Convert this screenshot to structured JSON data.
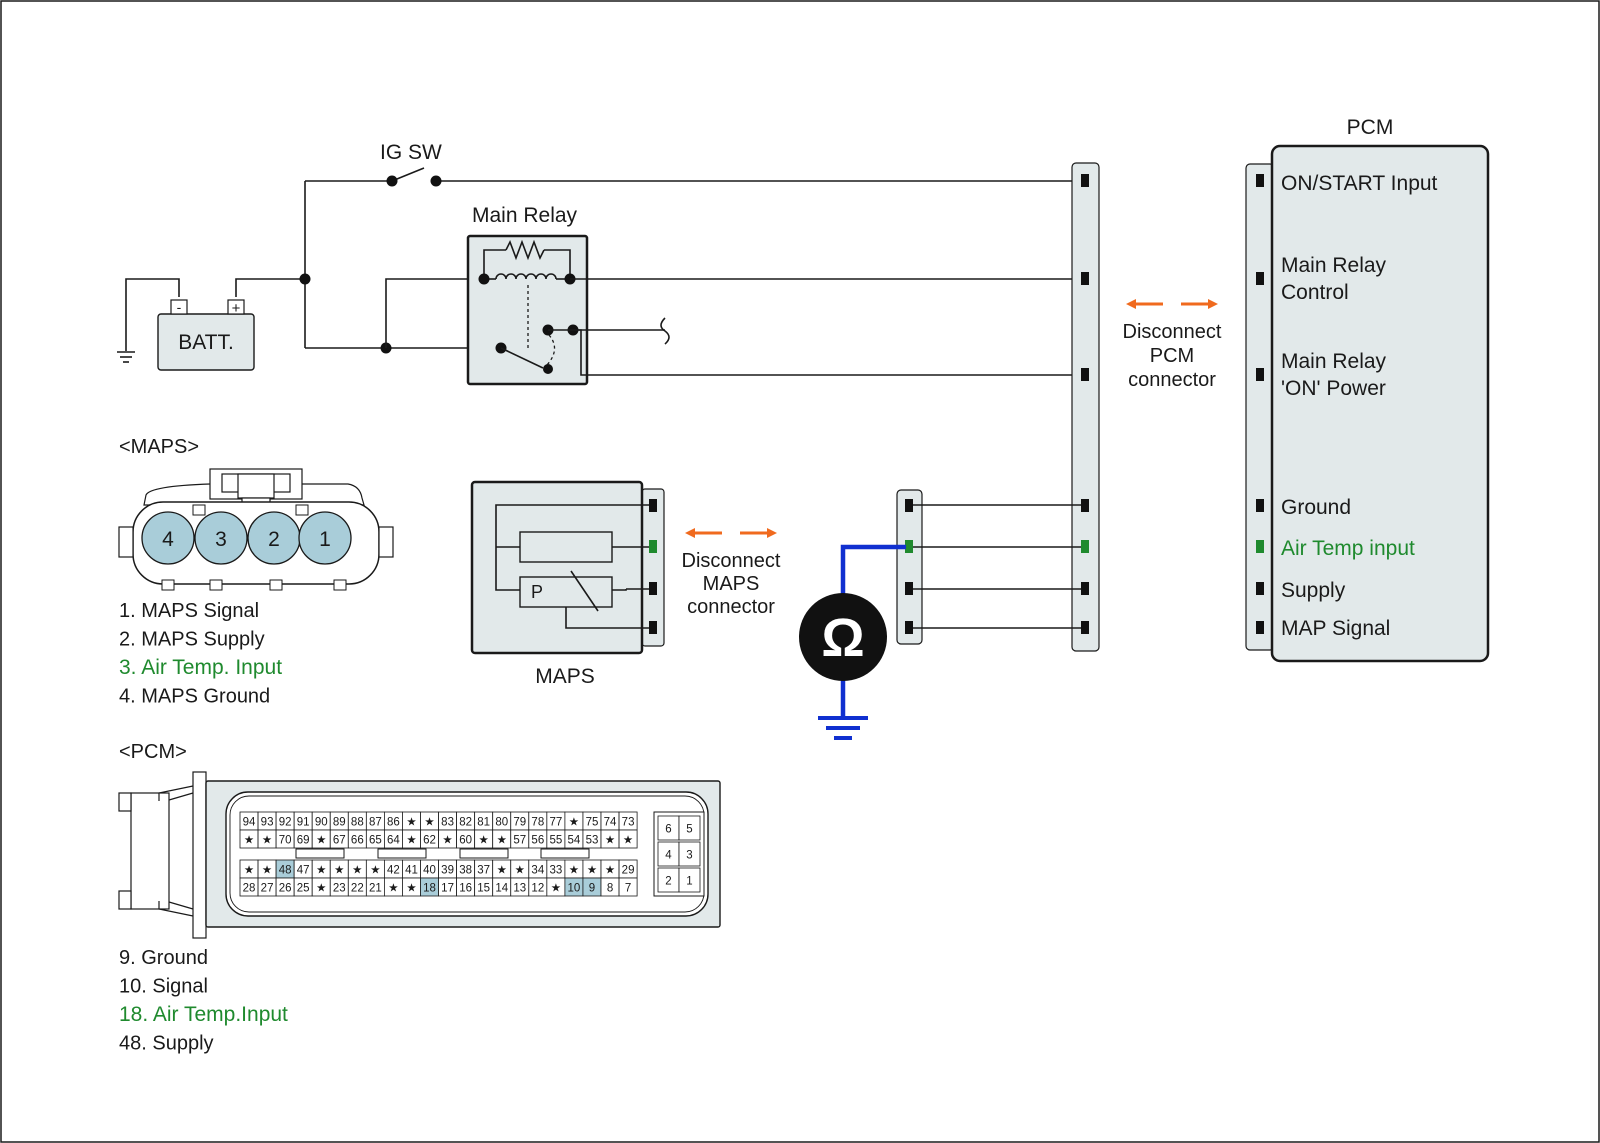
{
  "colors": {
    "highlight_green": "#1f8a2e",
    "ohmmeter_wire": "#1030d0",
    "arrow_orange": "#f06a1e",
    "box_fill": "#e2e9ea",
    "pin_highlight": "#a9cdd9"
  },
  "circuit": {
    "ig_sw": "IG SW",
    "main_relay": "Main Relay",
    "battery": "BATT.",
    "battery_minus": "-",
    "battery_plus": "+",
    "disconnect_pcm": [
      "Disconnect",
      "PCM",
      "connector"
    ],
    "disconnect_maps": [
      "Disconnect",
      "MAPS",
      "connector"
    ],
    "maps_label": "MAPS",
    "maps_p": "P",
    "ohmmeter_icon": "ohm-symbol",
    "ohm": "Ω"
  },
  "pcm": {
    "title": "PCM",
    "inputs": [
      {
        "lines": [
          "ON/START  Input"
        ],
        "highlight": false
      },
      {
        "lines": [
          "Main Relay",
          "Control"
        ],
        "highlight": false
      },
      {
        "lines": [
          "Main Relay",
          "'ON' Power"
        ],
        "highlight": false
      },
      {
        "lines": [
          "Ground"
        ],
        "highlight": false
      },
      {
        "lines": [
          "Air Temp input"
        ],
        "highlight": true
      },
      {
        "lines": [
          "Supply"
        ],
        "highlight": false
      },
      {
        "lines": [
          "MAP Signal"
        ],
        "highlight": false
      }
    ]
  },
  "maps_connector": {
    "title": "<MAPS>",
    "pins": [
      "4",
      "3",
      "2",
      "1"
    ],
    "legend": [
      {
        "text": "1. MAPS Signal",
        "highlight": false
      },
      {
        "text": "2. MAPS Supply",
        "highlight": false
      },
      {
        "text": "3. Air Temp. Input",
        "highlight": true
      },
      {
        "text": "4. MAPS Ground",
        "highlight": false
      }
    ]
  },
  "pcm_connector": {
    "title": "<PCM>",
    "rows": [
      [
        "94",
        "93",
        "92",
        "91",
        "90",
        "89",
        "88",
        "87",
        "86",
        "★",
        "★",
        "83",
        "82",
        "81",
        "80",
        "79",
        "78",
        "77",
        "★",
        "75",
        "74",
        "73"
      ],
      [
        "★",
        "★",
        "70",
        "69",
        "★",
        "67",
        "66",
        "65",
        "64",
        "★",
        "62",
        "★",
        "60",
        "★",
        "★",
        "57",
        "56",
        "55",
        "54",
        "53",
        "★",
        "★"
      ],
      [
        "★",
        "★",
        "48",
        "47",
        "★",
        "★",
        "★",
        "★",
        "42",
        "41",
        "40",
        "39",
        "38",
        "37",
        "★",
        "★",
        "34",
        "33",
        "★",
        "★",
        "★",
        "29"
      ],
      [
        "28",
        "27",
        "26",
        "25",
        "★",
        "23",
        "22",
        "21",
        "★",
        "★",
        "18",
        "17",
        "16",
        "15",
        "14",
        "13",
        "12",
        "★",
        "10",
        "9",
        "8",
        "7"
      ]
    ],
    "highlighted": [
      "48",
      "18",
      "10",
      "9"
    ],
    "small_block": [
      [
        "6",
        "5"
      ],
      [
        "4",
        "3"
      ],
      [
        "2",
        "1"
      ]
    ],
    "legend": [
      {
        "text": "9. Ground",
        "highlight": false
      },
      {
        "text": "10. Signal",
        "highlight": false
      },
      {
        "text": "18. Air Temp.Input",
        "highlight": true
      },
      {
        "text": "48. Supply",
        "highlight": false
      }
    ]
  }
}
